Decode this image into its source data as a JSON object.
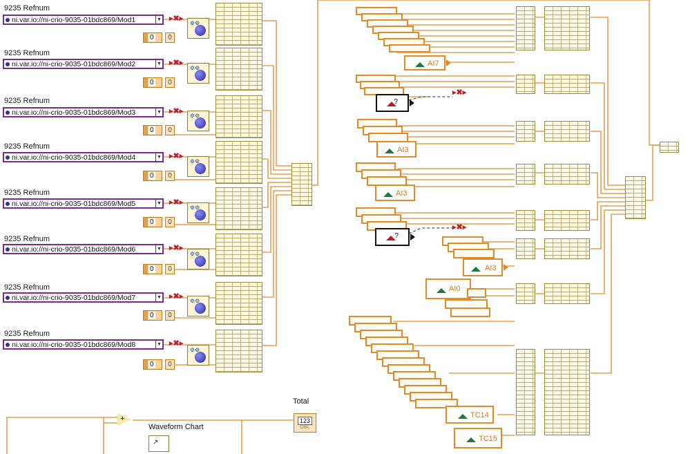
{
  "modules": [
    {
      "label": "9235 Refnum",
      "refnum": "ni.var.io://ni-crio-9035-01bdc869/Mod1",
      "ctl": "0",
      "ind": "0"
    },
    {
      "label": "9235 Refnum",
      "refnum": "ni.var.io://ni-crio-9035-01bdc869/Mod2",
      "ctl": "0",
      "ind": "0"
    },
    {
      "label": "9235 Refnum",
      "refnum": "ni.var.io://ni-crio-9035-01bdc869/Mod3",
      "ctl": "0",
      "ind": "0"
    },
    {
      "label": "9235 Refnum",
      "refnum": "ni.var.io://ni-crio-9035-01bdc869/Mod4",
      "ctl": "0",
      "ind": "0"
    },
    {
      "label": "9235 Refnum",
      "refnum": "ni.var.io://ni-crio-9035-01bdc869/Mod5",
      "ctl": "0",
      "ind": "0"
    },
    {
      "label": "9235 Refnum",
      "refnum": "ni.var.io://ni-crio-9035-01bdc869/Mod6",
      "ctl": "0",
      "ind": "0"
    },
    {
      "label": "9235 Refnum",
      "refnum": "ni.var.io://ni-crio-9035-01bdc869/Mod7",
      "ctl": "0",
      "ind": "0"
    },
    {
      "label": "9235 Refnum",
      "refnum": "ni.var.io://ni-crio-9035-01bdc869/Mod8",
      "ctl": "0",
      "ind": "0"
    }
  ],
  "waveform_labels": [
    "AI7",
    "AI3",
    "AI3",
    "AI3",
    "AI0",
    "TC14",
    "TC15"
  ],
  "selector_symbol": "?",
  "total": {
    "label": "Total",
    "display": "123",
    "sub": "DBL"
  },
  "waveform_chart": {
    "label": "Waveform Chart"
  },
  "add_symbol": "+",
  "colors": {
    "wire": "#e2892a",
    "refnum_border": "#7a2a8a",
    "error": "#c0202a",
    "diagram_bg": "#ffffff"
  }
}
